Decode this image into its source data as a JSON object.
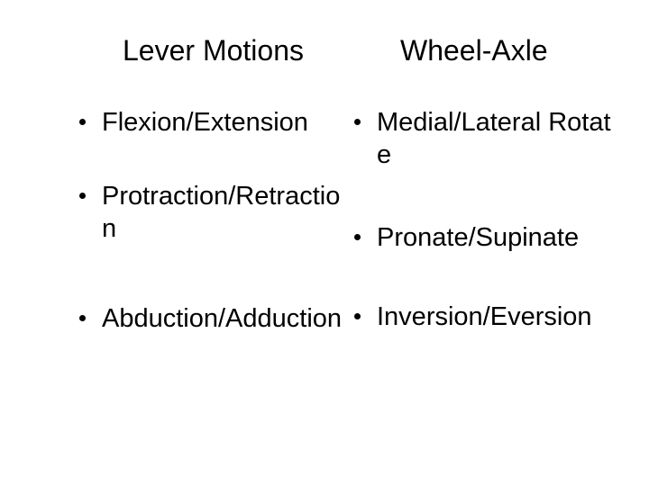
{
  "slide": {
    "background_color": "#ffffff",
    "text_color": "#000000",
    "bullet_glyph": "bullet-dot"
  },
  "columns": [
    {
      "heading": "Lever Motions",
      "items": [
        {
          "text": "Flexion/Extension"
        },
        {
          "text": "Protraction/Retraction"
        },
        {
          "text": "Abduction/Adduction"
        }
      ]
    },
    {
      "heading": "Wheel-Axle",
      "items": [
        {
          "text": "Medial/Lateral Rotate"
        },
        {
          "text": "Pronate/Supinate"
        },
        {
          "text": "Inversion/Eversion"
        }
      ]
    }
  ]
}
